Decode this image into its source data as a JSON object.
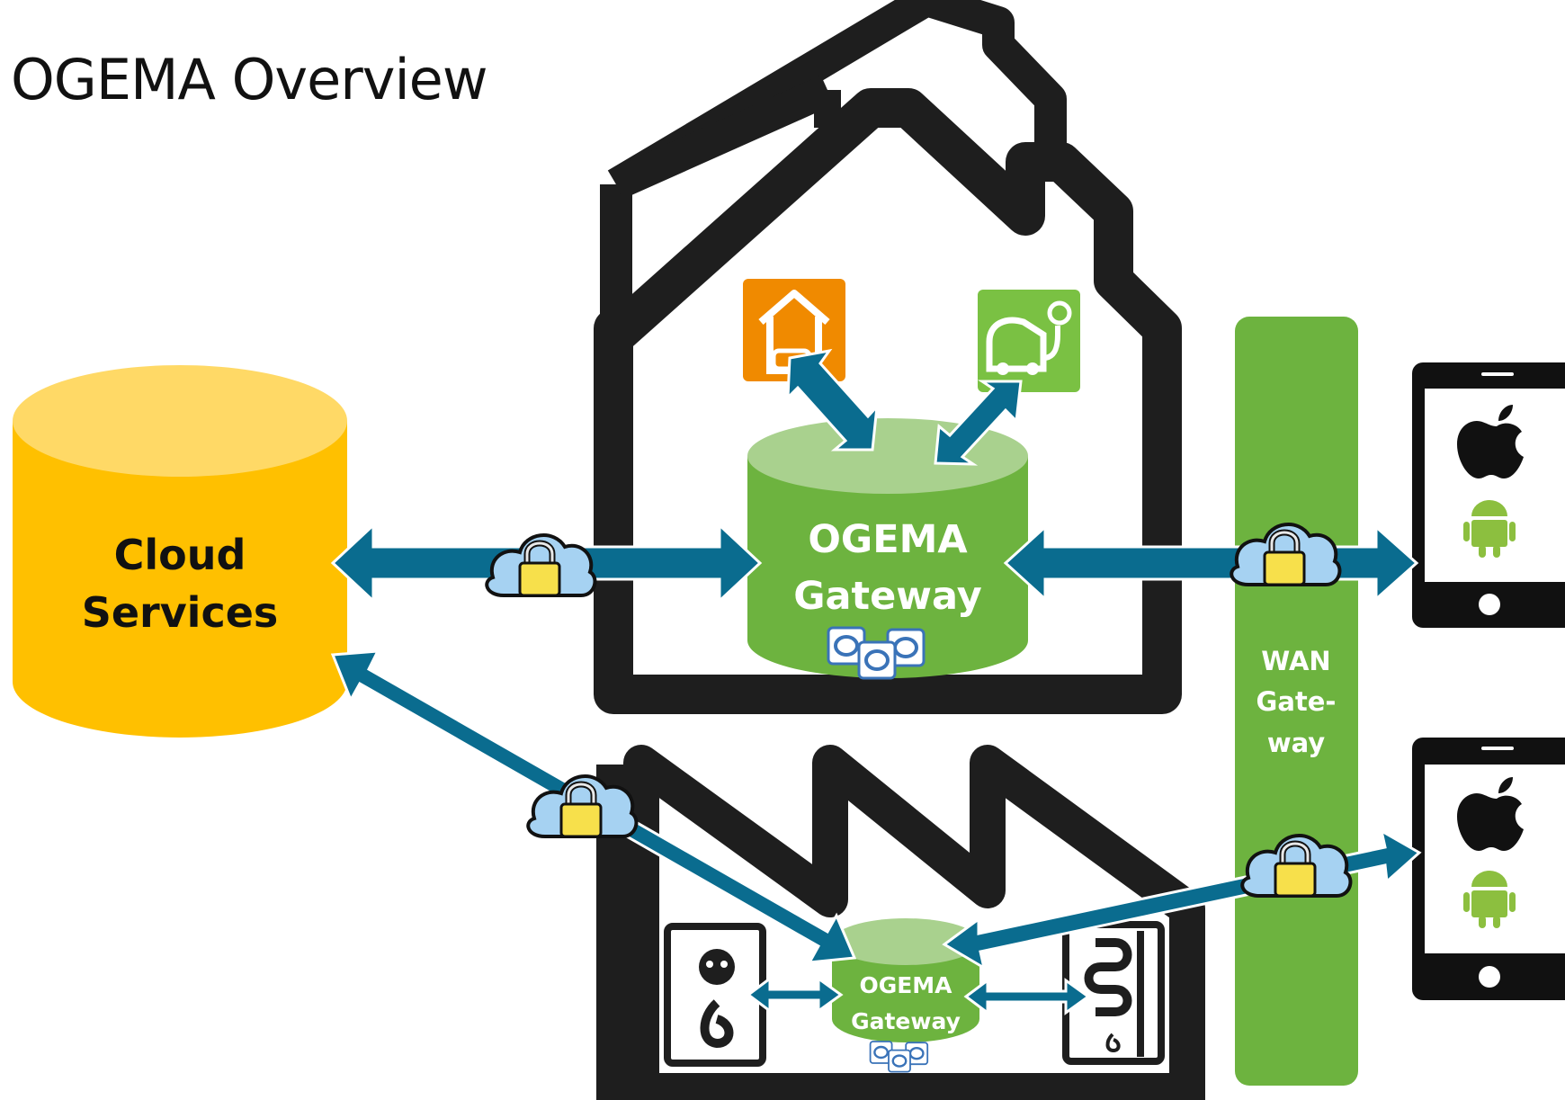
{
  "title": "OGEMA Overview",
  "cloud_services": {
    "line1": "Cloud",
    "line2": "Services"
  },
  "main_gateway": {
    "line1": "OGEMA",
    "line2": "Gateway"
  },
  "factory_gateway": {
    "line1": "OGEMA",
    "line2": "Gateway"
  },
  "wan_gateway": {
    "line1": "WAN",
    "line2": "Gate-",
    "line3": "way"
  },
  "colors": {
    "cloud_db": "#FFC000",
    "cloud_db_top": "#FFD966",
    "gateway_green": "#6DB33F",
    "gateway_top": "#A9D18E",
    "arrow": "#0A6C8F",
    "wan_bar": "#6DB33F",
    "building_outline": "#1E1E1E",
    "home_icon": "#F08A00",
    "ev_icon": "#7AC143",
    "android": "#8CBF3F",
    "lock_cloud": "#A6D2F2",
    "lock": "#F7E04B"
  },
  "icons": [
    "home-app-icon",
    "ev-charging-icon",
    "apple-icon",
    "android-icon",
    "lock-cloud-icon",
    "ogema-logo-icon",
    "boiler-icon",
    "radiator-icon"
  ]
}
